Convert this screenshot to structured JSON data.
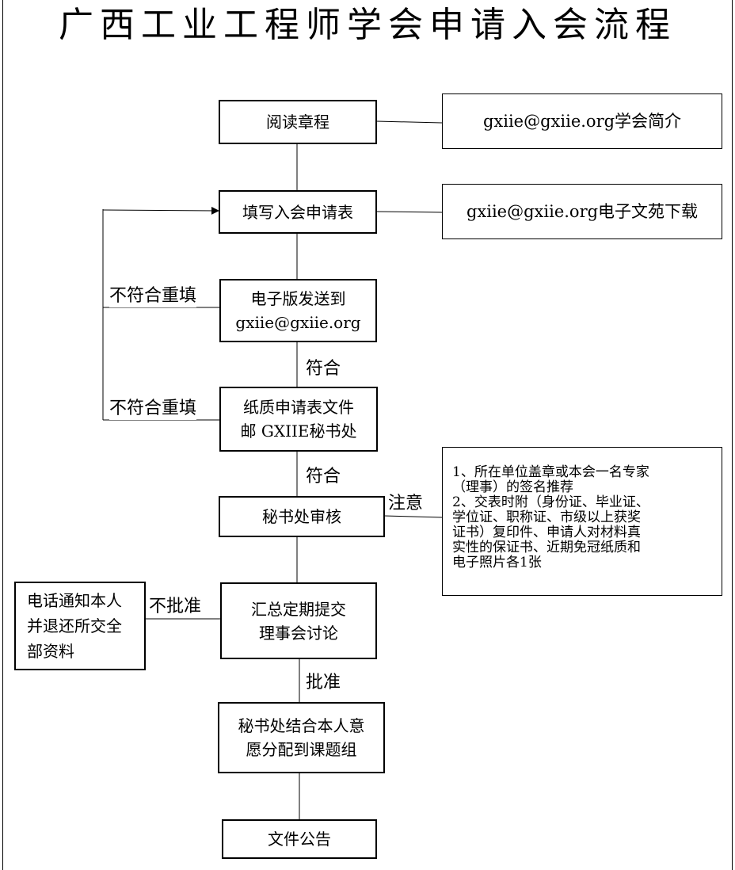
{
  "title": "广西工业工程师学会申请入会流程",
  "steps": {
    "read": "阅读章程",
    "fill": "填写入会申请表",
    "email": "电子版发送到\ngxiie@gxiie.org",
    "paper": "纸质申请表文件\n邮 GXIIE秘书处",
    "review": "秘书处审核",
    "summary": "汇总定期提交\n理事会讨论",
    "assign": "秘书处结合本人意\n愿分配到课题组",
    "announce": "文件公告"
  },
  "side": {
    "intro": "gxiie@gxiie.org学会简介",
    "download": "gxiie@gxiie.org电子文苑下载",
    "notify": "电话通知本人\n并退还所交全\n部资料"
  },
  "note_lines": [
    "1、所在单位盖章或本会一名专家",
    "（理事）的签名推荐",
    "2、交表时附（身份证、毕业证、",
    "学位证、职称证、市级以上获奖",
    "证书）复印件、申请人对材料真",
    "实性的保证书、近期免冠纸质和",
    "电子照片各1张"
  ],
  "labels": {
    "refill_1": "不符合重填",
    "refill_2": "不符合重填",
    "ok_1": "符合",
    "ok_2": "符合",
    "attention": "注意",
    "reject": "不批准",
    "approve": "批准"
  }
}
